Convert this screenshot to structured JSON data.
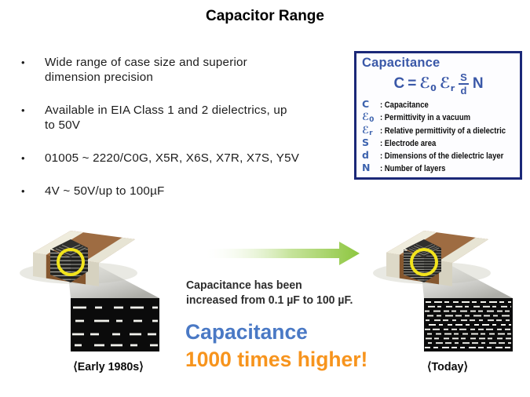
{
  "title": "Capacitor Range",
  "bullets": [
    "Wide range of case size and superior\ndimension precision",
    "Available in EIA Class 1 and 2 dielectrics, up\nto 50V",
    "01005 ~ 2220/C0G, X5R, X6S, X7R, X7S, Y5V",
    "4V ~ 50V/up to 100µF"
  ],
  "capacitance_box": {
    "title": "Capacitance",
    "formula": {
      "lhs": "C",
      "equals": "=",
      "eps": "ℰ",
      "sub0": "0",
      "subr": "r",
      "numerator": "S",
      "denominator": "d",
      "layers": "N"
    },
    "legend": [
      {
        "symbol": "C",
        "sub": "",
        "desc": ": Capacitance"
      },
      {
        "symbol": "ℰ",
        "sub": "0",
        "desc": ": Permittivity in a vacuum"
      },
      {
        "symbol": "ℰ",
        "sub": "r",
        "desc": ": Relative permittivity of a dielectric"
      },
      {
        "symbol": "S",
        "sub": "",
        "desc": ": Electrode area"
      },
      {
        "symbol": "d",
        "sub": "",
        "desc": ": Dimensions of the dielectric layer"
      },
      {
        "symbol": "N",
        "sub": "",
        "desc": ": Number of layers"
      }
    ]
  },
  "comparison": {
    "caption": "Capacitance has been\nincreased from 0.1 µF to 100 µF.",
    "highlight_line1": "Capacitance",
    "highlight_line2": "1000 times higher!",
    "label_left": "⟨Early 1980s⟩",
    "label_right": "⟨Today⟩"
  },
  "colors": {
    "box_border_navy": "#1b2878",
    "box_blue": "#3a58a8",
    "highlight_blue": "#4a79c5",
    "highlight_orange": "#f7941d",
    "arrow_green": "#8dc63f",
    "circle_yellow": "#f2e41c",
    "chip_brown": "#9e6c42"
  }
}
